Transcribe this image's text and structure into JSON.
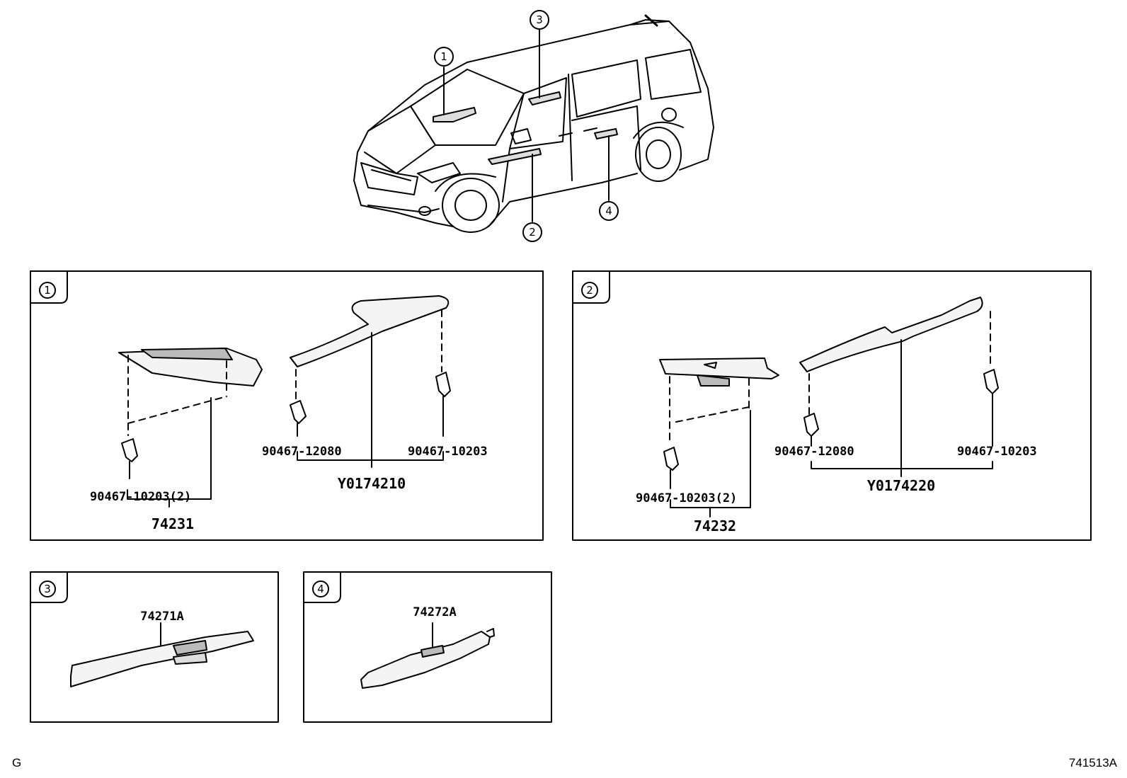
{
  "callouts": [
    "1",
    "2",
    "3",
    "4"
  ],
  "panel1": {
    "badge": "1",
    "clip_left": "90467-12080",
    "clip_right": "90467-10203",
    "assembly": "Y0174210",
    "switch_clips": "90467-10203(2)",
    "switch_base": "74231"
  },
  "panel2": {
    "badge": "2",
    "clip_left": "90467-12080",
    "clip_right": "90467-10203",
    "assembly": "Y0174220",
    "switch_clips": "90467-10203(2)",
    "switch_base": "74232"
  },
  "panel3": {
    "badge": "3",
    "part": "74271A"
  },
  "panel4": {
    "badge": "4",
    "part": "74272A"
  },
  "footer": {
    "left": "G",
    "right": "741513A"
  }
}
